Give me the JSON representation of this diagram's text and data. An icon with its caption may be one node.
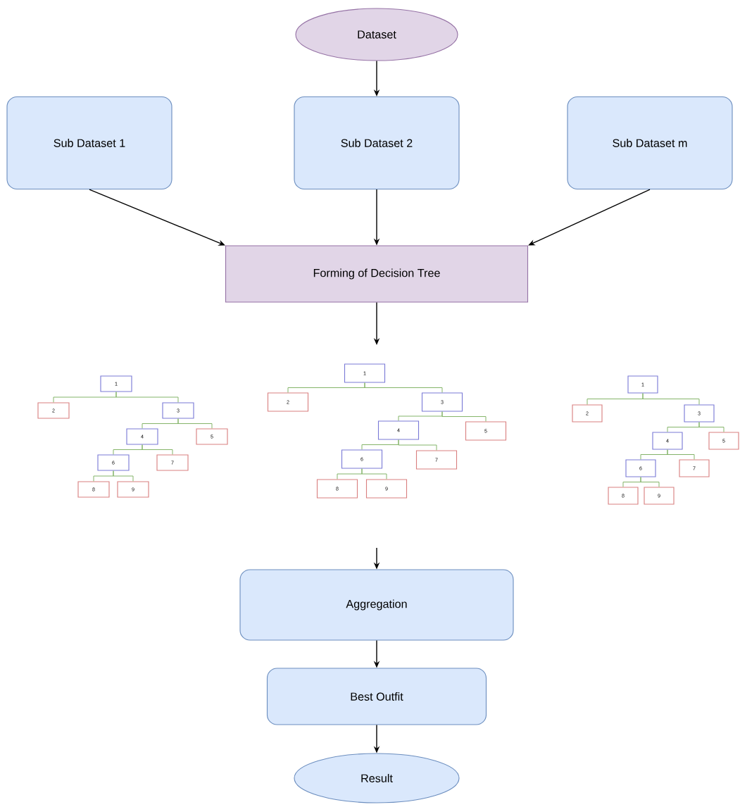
{
  "diagram": {
    "nodes": [
      {
        "text": [
          "Dataset"
        ]
      },
      {
        "text": [
          "Sub Dataset 1"
        ]
      },
      {
        "text": [
          "Sub Dataset 2"
        ]
      },
      {
        "text": [
          "Sub Dataset m"
        ]
      },
      {
        "text": [
          "Forming of Decision Tree"
        ]
      },
      {
        "text": [
          "1"
        ]
      },
      {
        "text": [
          "2"
        ]
      },
      {
        "text": [
          "3"
        ]
      },
      {
        "text": [
          "4"
        ]
      },
      {
        "text": [
          "5"
        ]
      },
      {
        "text": [
          "6"
        ]
      },
      {
        "text": [
          "7"
        ]
      },
      {
        "text": [
          "8"
        ]
      },
      {
        "text": [
          "9"
        ]
      },
      {
        "text": [
          "1"
        ]
      },
      {
        "text": [
          "2"
        ]
      },
      {
        "text": [
          "3"
        ]
      },
      {
        "text": [
          "4"
        ]
      },
      {
        "text": [
          "5"
        ]
      },
      {
        "text": [
          "6"
        ]
      },
      {
        "text": [
          "7"
        ]
      },
      {
        "text": [
          "8"
        ]
      },
      {
        "text": [
          "9"
        ]
      },
      {
        "text": [
          "1"
        ]
      },
      {
        "text": [
          "2"
        ]
      },
      {
        "text": [
          "3"
        ]
      },
      {
        "text": [
          "4"
        ]
      },
      {
        "text": [
          "5"
        ]
      },
      {
        "text": [
          "6"
        ]
      },
      {
        "text": [
          "7"
        ]
      },
      {
        "text": [
          "8"
        ]
      },
      {
        "text": [
          "9"
        ]
      },
      {
        "text": [
          "Aggregation"
        ]
      },
      {
        "text": [
          "Best Outfit"
        ]
      },
      {
        "text": [
          "Result"
        ]
      }
    ],
    "edges": [
      {
        "from": 0,
        "to": 2,
        "arrow": "to",
        "color": "#000000"
      },
      {
        "from": 1,
        "to": 4,
        "arrow": "to",
        "color": "#000000"
      },
      {
        "from": 2,
        "to": 4,
        "arrow": "to",
        "color": "#000000"
      },
      {
        "from": 3,
        "to": 4,
        "arrow": "to",
        "color": "#000000"
      },
      {
        "from": 4,
        "to": null,
        "arrow": "to",
        "color": "#000000"
      },
      {
        "from": 5,
        "to": 6,
        "arrow": "none"
      },
      {
        "from": 5,
        "to": 7,
        "arrow": "none"
      },
      {
        "from": 7,
        "to": 8,
        "arrow": "none"
      },
      {
        "from": 7,
        "to": 9,
        "arrow": "none"
      },
      {
        "from": 8,
        "to": 10,
        "arrow": "none"
      },
      {
        "from": 8,
        "to": 11,
        "arrow": "none"
      },
      {
        "from": 10,
        "to": 12,
        "arrow": "none"
      },
      {
        "from": 10,
        "to": 13,
        "arrow": "none"
      },
      {
        "from": 14,
        "to": 15,
        "arrow": "none"
      },
      {
        "from": 14,
        "to": 16,
        "arrow": "none"
      },
      {
        "from": 16,
        "to": 17,
        "arrow": "none"
      },
      {
        "from": 16,
        "to": 18,
        "arrow": "none"
      },
      {
        "from": 17,
        "to": 19,
        "arrow": "none"
      },
      {
        "from": 17,
        "to": 20,
        "arrow": "none"
      },
      {
        "from": 19,
        "to": 21,
        "arrow": "none"
      },
      {
        "from": 19,
        "to": 22,
        "arrow": "none"
      },
      {
        "from": 23,
        "to": 24,
        "arrow": "none"
      },
      {
        "from": 23,
        "to": 25,
        "arrow": "none"
      },
      {
        "from": 25,
        "to": 26,
        "arrow": "none"
      },
      {
        "from": 25,
        "to": 27,
        "arrow": "none"
      },
      {
        "from": 26,
        "to": 28,
        "arrow": "none"
      },
      {
        "from": 26,
        "to": 29,
        "arrow": "none"
      },
      {
        "from": 28,
        "to": 30,
        "arrow": "none"
      },
      {
        "from": 28,
        "to": 31,
        "arrow": "none"
      },
      {
        "from": null,
        "to": 32,
        "arrow": "to",
        "color": "#000000"
      },
      {
        "from": 32,
        "to": 33,
        "arrow": "to",
        "color": "#000000"
      },
      {
        "from": 33,
        "to": 34,
        "arrow": "to",
        "color": "#000000"
      }
    ]
  }
}
